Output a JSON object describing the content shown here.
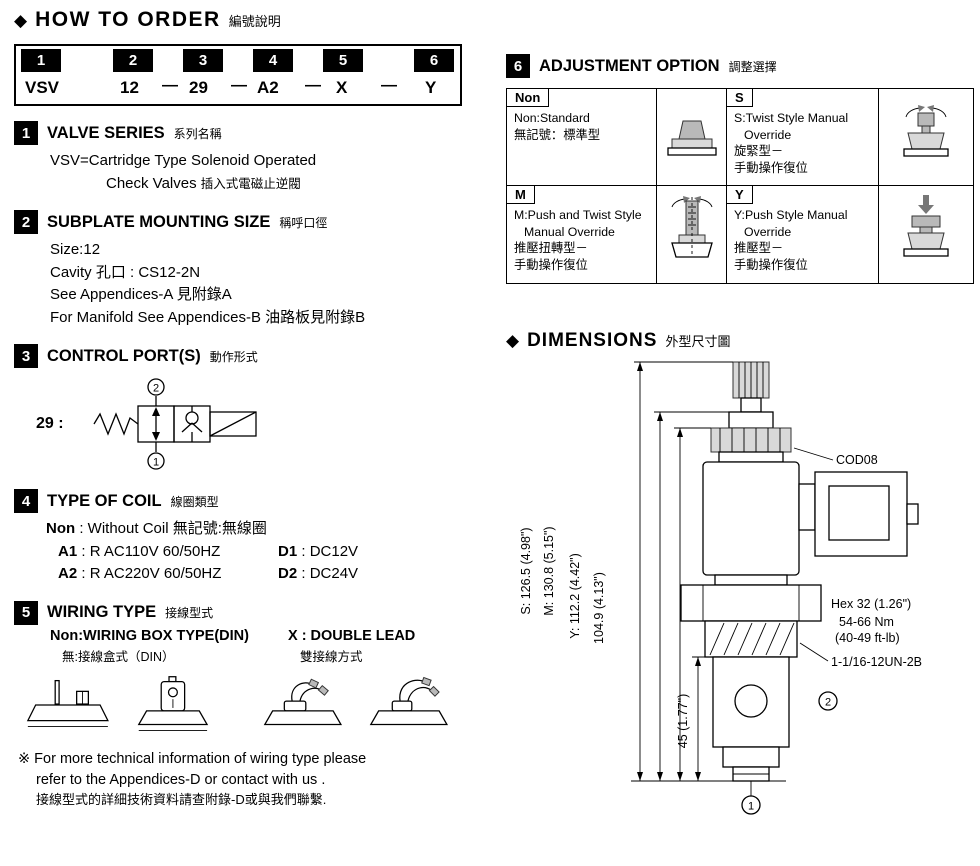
{
  "colors": {
    "ink": "#000000",
    "number_box": "#000000",
    "metal_gray": "#b9b9b9"
  },
  "header": {
    "diamond": "◆",
    "title": "HOW TO  ORDER",
    "subtitle": "編號說明"
  },
  "order_code": {
    "numbers": [
      "1",
      "2",
      "3",
      "4",
      "5",
      "6"
    ],
    "codes": [
      "VSV",
      "12",
      "29",
      "A2",
      "X",
      "Y"
    ],
    "dash": "—"
  },
  "sections": {
    "valve_series": {
      "num": "1",
      "title": "VALVE SERIES",
      "subtitle": "系列名稱",
      "line1": "VSV=Cartridge Type Solenoid Operated",
      "line2": "Check Valves",
      "line2_cjk": "插入式電磁止逆閥"
    },
    "subplate": {
      "num": "2",
      "title": "SUBPLATE MOUNTING SIZE",
      "subtitle": "稱呼口徑",
      "lines": [
        "Size:12",
        "Cavity 孔口 : CS12-2N",
        "See Appendices-A 見附錄A",
        "For Manifold See Appendices-B 油路板見附錄B"
      ]
    },
    "control_ports": {
      "num": "3",
      "title": "CONTROL PORT(S)",
      "subtitle": "動作形式",
      "code_label": "29 :",
      "port_top": "2",
      "port_bottom": "1"
    },
    "coil": {
      "num": "4",
      "title": "TYPE OF COIL",
      "subtitle": "線圈類型",
      "non_label": "Non",
      "non_desc": " : Without Coil 無記號:無線圈",
      "rows": [
        {
          "code": "A1",
          "desc": " : R AC110V  60/50HZ",
          "code2": "D1",
          "desc2": " : DC12V"
        },
        {
          "code": "A2",
          "desc": " : R AC220V  60/50HZ",
          "code2": "D2",
          "desc2": " : DC24V"
        }
      ]
    },
    "wiring": {
      "num": "5",
      "title": "WIRING TYPE",
      "subtitle": "接線型式",
      "opt1_label": "Non",
      "opt1_desc": ":WIRING BOX TYPE(DIN)",
      "opt1_cjk": "無:接線盒式（DIN）",
      "opt2_label": "X",
      "opt2_desc": " : DOUBLE LEAD",
      "opt2_cjk": "雙接線方式",
      "note1": "※ For more technical information of wiring type  please",
      "note2": "refer to the Appendices-D or contact with us .",
      "note3": "接線型式的詳細技術資料請查附錄-D或與我們聯繫."
    },
    "adjustment": {
      "num": "6",
      "title": "ADJUSTMENT OPTION",
      "subtitle": "調整選擇",
      "options": [
        {
          "code": "Non",
          "line1": "Non:Standard",
          "line2": "無記號：標準型",
          "line3": "",
          "line4": ""
        },
        {
          "code": "S",
          "line1": "S:Twist Style Manual",
          "line2": "Override",
          "line3": "旋緊型－",
          "line4": "手動操作復位"
        },
        {
          "code": "M",
          "line1": "M:Push and Twist  Style",
          "line2": "Manual Override",
          "line3": "推壓扭轉型－",
          "line4": "手動操作復位"
        },
        {
          "code": "Y",
          "line1": "Y:Push Style Manual",
          "line2": "Override",
          "line3": "推壓型－",
          "line4": "手動操作復位"
        }
      ]
    }
  },
  "dimensions": {
    "diamond": "◆",
    "title": "DIMENSIONS",
    "subtitle": "外型尺寸圖",
    "labels": {
      "cod08": "COD08",
      "dim_s": "S: 126.5 (4.98\")",
      "dim_m": "M: 130.8 (5.15\")",
      "dim_y": "Y: 112.2 (4.42\")",
      "dim_104": "104.9 (4.13\")",
      "dim_45": "45 (1.77\")",
      "hex": "Hex 32 (1.26\")",
      "torque1": "54-66 Nm",
      "torque2": "(40-49 ft-lb)",
      "thread": "1-1/16-12UN-2B",
      "port2": "2",
      "port1": "1"
    }
  }
}
